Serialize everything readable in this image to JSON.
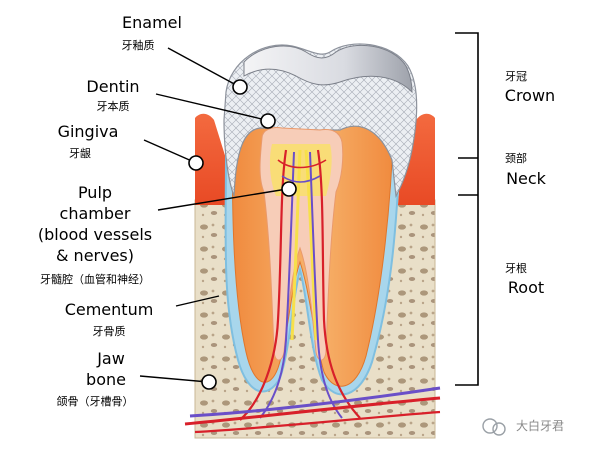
{
  "labels": {
    "enamel": {
      "en": "Enamel",
      "zh": "牙釉质"
    },
    "dentin": {
      "en": "Dentin",
      "zh": "牙本质"
    },
    "gingiva": {
      "en": "Gingiva",
      "zh": "牙龈"
    },
    "pulp": {
      "en_lines": [
        "Pulp",
        "chamber",
        "(blood vessels",
        "& nerves)"
      ],
      "zh": "牙髓腔（血管和神经）"
    },
    "cementum": {
      "en": "Cementum",
      "zh": "牙骨质"
    },
    "jawbone": {
      "en_lines": [
        "Jaw",
        "bone"
      ],
      "zh": "颌骨（牙槽骨）"
    }
  },
  "regions": {
    "crown": {
      "zh": "牙冠",
      "en": "Crown"
    },
    "neck": {
      "zh": "颈部",
      "en": "Neck"
    },
    "root": {
      "zh": "牙根",
      "en": "Root"
    }
  },
  "watermark": "大白牙君",
  "colors": {
    "enamel": "#e8ebf0",
    "dentin": "#f2a65a",
    "pulp": "#f6c6ae",
    "gum": "#f0562e",
    "bone": "#e6d9c0",
    "vessel_red": "#d8202a",
    "vessel_blue": "#6a4fc8",
    "nerve": "#f7e04a"
  }
}
